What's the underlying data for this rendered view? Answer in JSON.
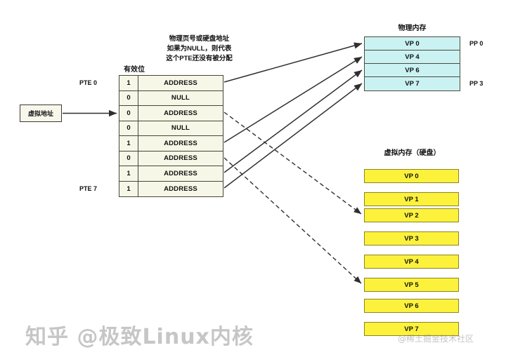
{
  "diagram": {
    "virtual_address_box": {
      "label": "虚拟地址"
    },
    "annotation": {
      "lines": [
        "物理页号或硬盘地址",
        "如果为NULL，则代表",
        "这个PTE还没有被分配"
      ]
    },
    "valid_bit_label": "有效位",
    "page_table": {
      "first_label": "PTE 0",
      "last_label": "PTE 7",
      "rows": [
        {
          "valid": "1",
          "address": "ADDRESS"
        },
        {
          "valid": "0",
          "address": "NULL"
        },
        {
          "valid": "0",
          "address": "ADDRESS"
        },
        {
          "valid": "0",
          "address": "NULL"
        },
        {
          "valid": "1",
          "address": "ADDRESS"
        },
        {
          "valid": "0",
          "address": "ADDRESS"
        },
        {
          "valid": "1",
          "address": "ADDRESS"
        },
        {
          "valid": "1",
          "address": "ADDRESS"
        }
      ]
    },
    "physical_memory": {
      "title": "物理内存",
      "rows": [
        {
          "label": "VP 0"
        },
        {
          "label": "VP 4"
        },
        {
          "label": "VP 6"
        },
        {
          "label": "VP 7"
        }
      ],
      "first_frame_label": "PP 0",
      "last_frame_label": "PP 3"
    },
    "virtual_memory": {
      "title": "虚拟内存（硬盘）",
      "rows": [
        {
          "label": "VP 0"
        },
        {
          "label": "VP 1"
        },
        {
          "label": "VP 2"
        },
        {
          "label": "VP 3"
        },
        {
          "label": "VP 4"
        },
        {
          "label": "VP 5"
        },
        {
          "label": "VP 6"
        },
        {
          "label": "VP 7"
        }
      ]
    },
    "watermarks": {
      "main": "知乎 @极致Linux内核",
      "sub": "@稀土掘金技术社区"
    },
    "colors": {
      "page_table_fill": "#f7f7e7",
      "physical_memory_fill": "#cbf2f2",
      "virtual_memory_fill": "#fcf23c",
      "stroke": "#46463a"
    }
  }
}
